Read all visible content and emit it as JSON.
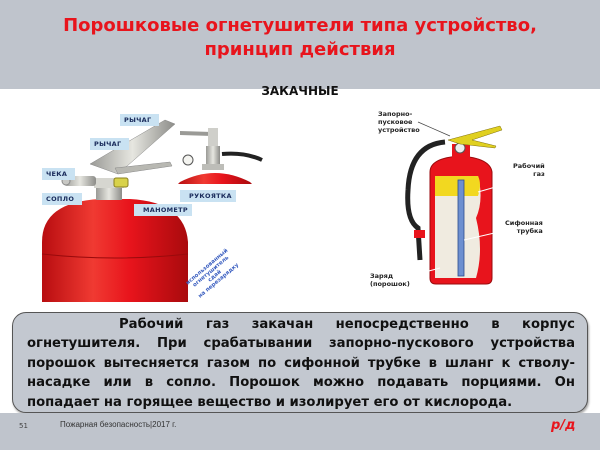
{
  "header": {
    "title_line1": "Порошковые огнетушители типа устройство,",
    "title_line2": "принцип действия",
    "title_color": "#e8141c",
    "background": "#bfc4cc"
  },
  "section_heading": "ЗАКАЧНЫЕ",
  "left_diagram": {
    "labels": {
      "lever_top": "РЫЧАГ",
      "lever": "РЫЧАГ",
      "pin": "ЧЕКА",
      "nozzle": "СОПЛО",
      "handle": "РУКОЯТКА",
      "gauge": "МАНОМЕТР"
    },
    "stamp": [
      "использованный",
      "огнетушитель",
      "сдай",
      "на перезарядку"
    ]
  },
  "right_diagram": {
    "labels": {
      "valve": [
        "Запорно-",
        "пусковое",
        "устройство"
      ],
      "gas": [
        "Рабочий",
        "газ"
      ],
      "tube": [
        "Сифонная",
        "трубка"
      ],
      "charge": [
        "Заряд",
        "(порошок)"
      ]
    }
  },
  "callout": {
    "text": "Рабочий газ закачан непосредственно в корпус огнетушителя. При срабатывании запорно-пускового устройства порошок вытесняется газом по сифонной трубке в шланг к стволу-насадке или в сопло. Порошок можно подавать порциями. Он попадает на горящее вещество и изолирует его от кислорода."
  },
  "footer": {
    "page_number": "51",
    "text": "Пожарная безопасность|2017 г.",
    "logo": "р/д"
  }
}
